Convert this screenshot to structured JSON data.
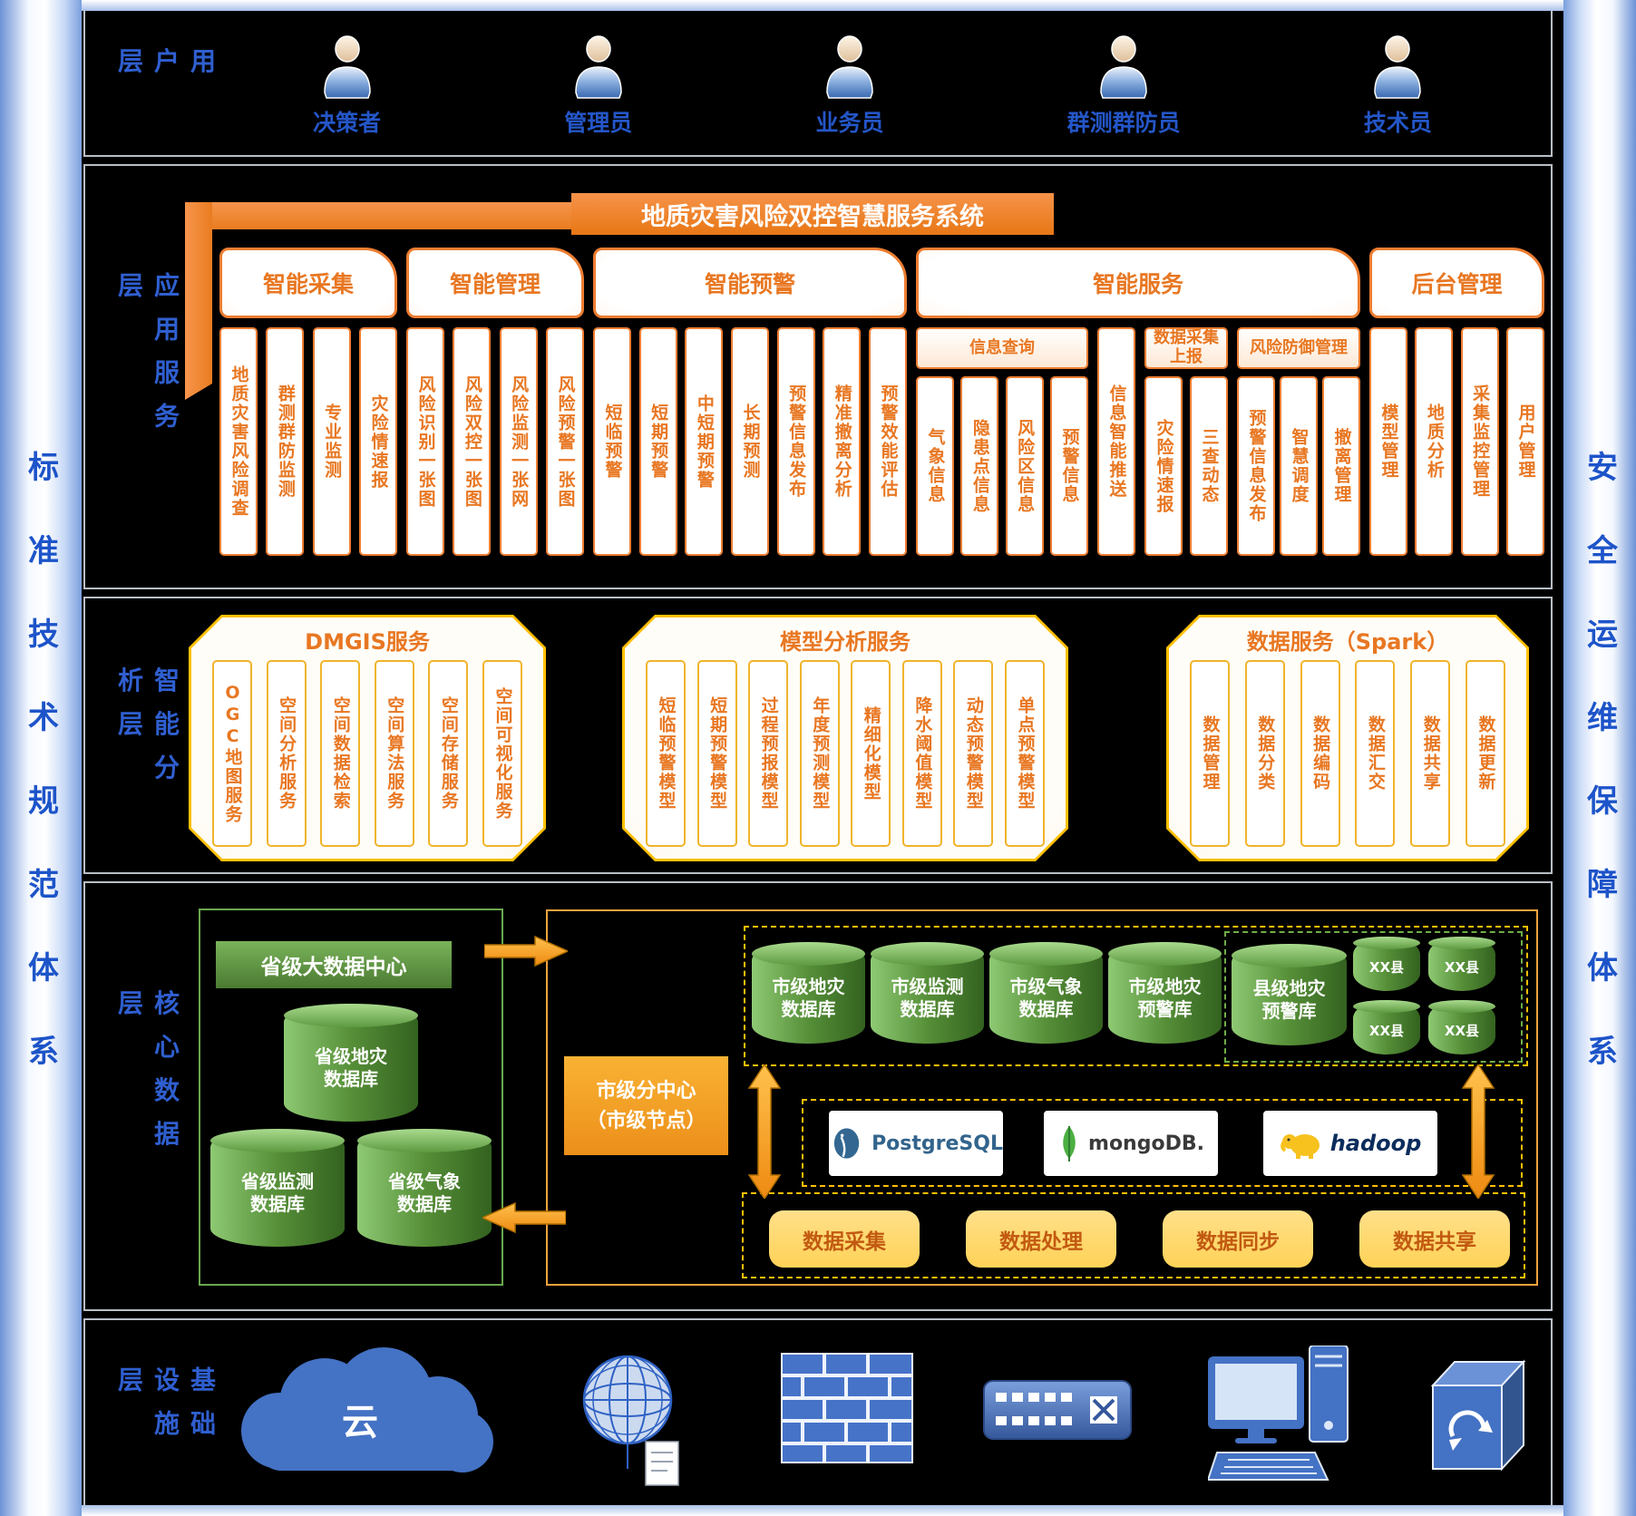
{
  "frame": {
    "left_label": "标准技术规范体系",
    "right_label": "安全运维保障体系"
  },
  "user_layer": {
    "label": "用户层",
    "users": [
      "决策者",
      "管理员",
      "业务员",
      "群测群防员",
      "技术员"
    ]
  },
  "app_layer": {
    "label": "应用服务层",
    "title": "地质灾害风险双控智慧服务系统",
    "groups": [
      {
        "name": "智能采集",
        "items": [
          "地质灾害风险调查",
          "群测群防监测",
          "专业监测",
          "灾险情速报"
        ]
      },
      {
        "name": "智能管理",
        "items": [
          "风险识别一张图",
          "风险双控一张图",
          "风险监测一张网",
          "风险预警一张图"
        ]
      },
      {
        "name": "智能预警",
        "items": [
          "短临预警",
          "短期预警",
          "中短期预警",
          "长期预测",
          "预警信息发布",
          "精准撤离分析",
          "预警效能评估"
        ]
      },
      {
        "name": "智能服务",
        "columns": [
          {
            "header": "信息查询",
            "items": [
              "气象信息",
              "隐患点信息",
              "风险区信息",
              "预警信息"
            ]
          },
          {
            "header": "",
            "items": [
              "信息智能推送"
            ]
          },
          {
            "header": "数据采集上报",
            "items": [
              "灾险情速报",
              "三查动态"
            ]
          },
          {
            "header": "风险防御管理",
            "items": [
              "预警信息发布",
              "智慧调度",
              "撤离管理"
            ]
          }
        ]
      },
      {
        "name": "后台管理",
        "items": [
          "模型管理",
          "地质分析",
          "采集监控管理",
          "用户管理"
        ]
      }
    ]
  },
  "analysis_layer": {
    "label": "智能分析层",
    "panels": [
      {
        "title": "DMGIS服务",
        "items": [
          "OGC地图服务",
          "空间分析服务",
          "空间数据检索",
          "空间算法服务",
          "空间存储服务",
          "空间可视化服务"
        ]
      },
      {
        "title": "模型分析服务",
        "items": [
          "短临预警模型",
          "短期预警模型",
          "过程预报模型",
          "年度预测模型",
          "精细化模型",
          "降水阈值模型",
          "动态预警模型",
          "单点预警模型"
        ]
      },
      {
        "title": "数据服务（Spark）",
        "items": [
          "数据管理",
          "数据分类",
          "数据编码",
          "数据汇交",
          "数据共享",
          "数据更新"
        ]
      }
    ]
  },
  "data_layer": {
    "label": "核心数据层",
    "province_center_title": "省级大数据中心",
    "province_databases": [
      "省级地灾\n数据库",
      "省级监测\n数据库",
      "省级气象\n数据库"
    ],
    "city_node": "市级分中心\n（市级节点）",
    "city_databases": [
      "市级地灾\n数据库",
      "市级监测\n数据库",
      "市级气象\n数据库",
      "市级地灾\n预警库"
    ],
    "county_database": "县级地灾\n预警库",
    "county_nodes": [
      "XX县",
      "XX县",
      "XX县",
      "XX县"
    ],
    "db_logos": [
      "PostgreSQL",
      "mongoDB.",
      "hadoop"
    ],
    "processes": [
      "数据采集",
      "数据处理",
      "数据同步",
      "数据共享"
    ]
  },
  "infra_layer": {
    "label": "基础设施层",
    "cloud_label": "云"
  }
}
